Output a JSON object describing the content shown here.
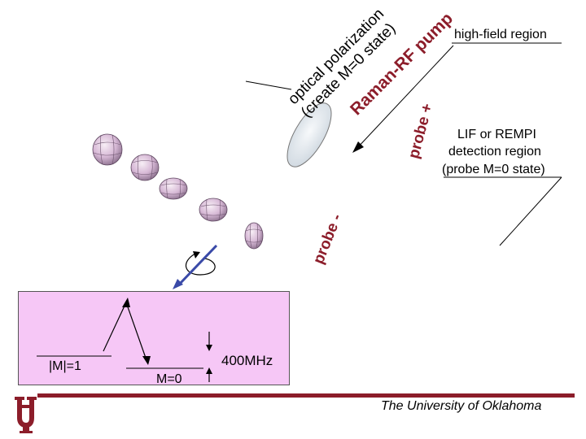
{
  "labels": {
    "optical_line1": "optical polarization",
    "optical_line2": "(create M=0 state)",
    "raman": "Raman-RF pump",
    "high_field": "high-field region",
    "probe_plus": "probe +",
    "probe_minus": "probe -",
    "lif_line1": "LIF or REMPI",
    "lif_line2": "detection region",
    "lif_line3": "(probe M=0 state)",
    "m_abs": "|M|=1",
    "m_zero": "M=0",
    "freq": "400MHz"
  },
  "footer": {
    "university": "The University of Oklahoma",
    "logo_icon": "ou-logo-icon"
  },
  "colors": {
    "energy_box": "#f6c7f6",
    "footer_bar": "#8c1d2a",
    "beam_arrow": "#3a4aa8"
  }
}
